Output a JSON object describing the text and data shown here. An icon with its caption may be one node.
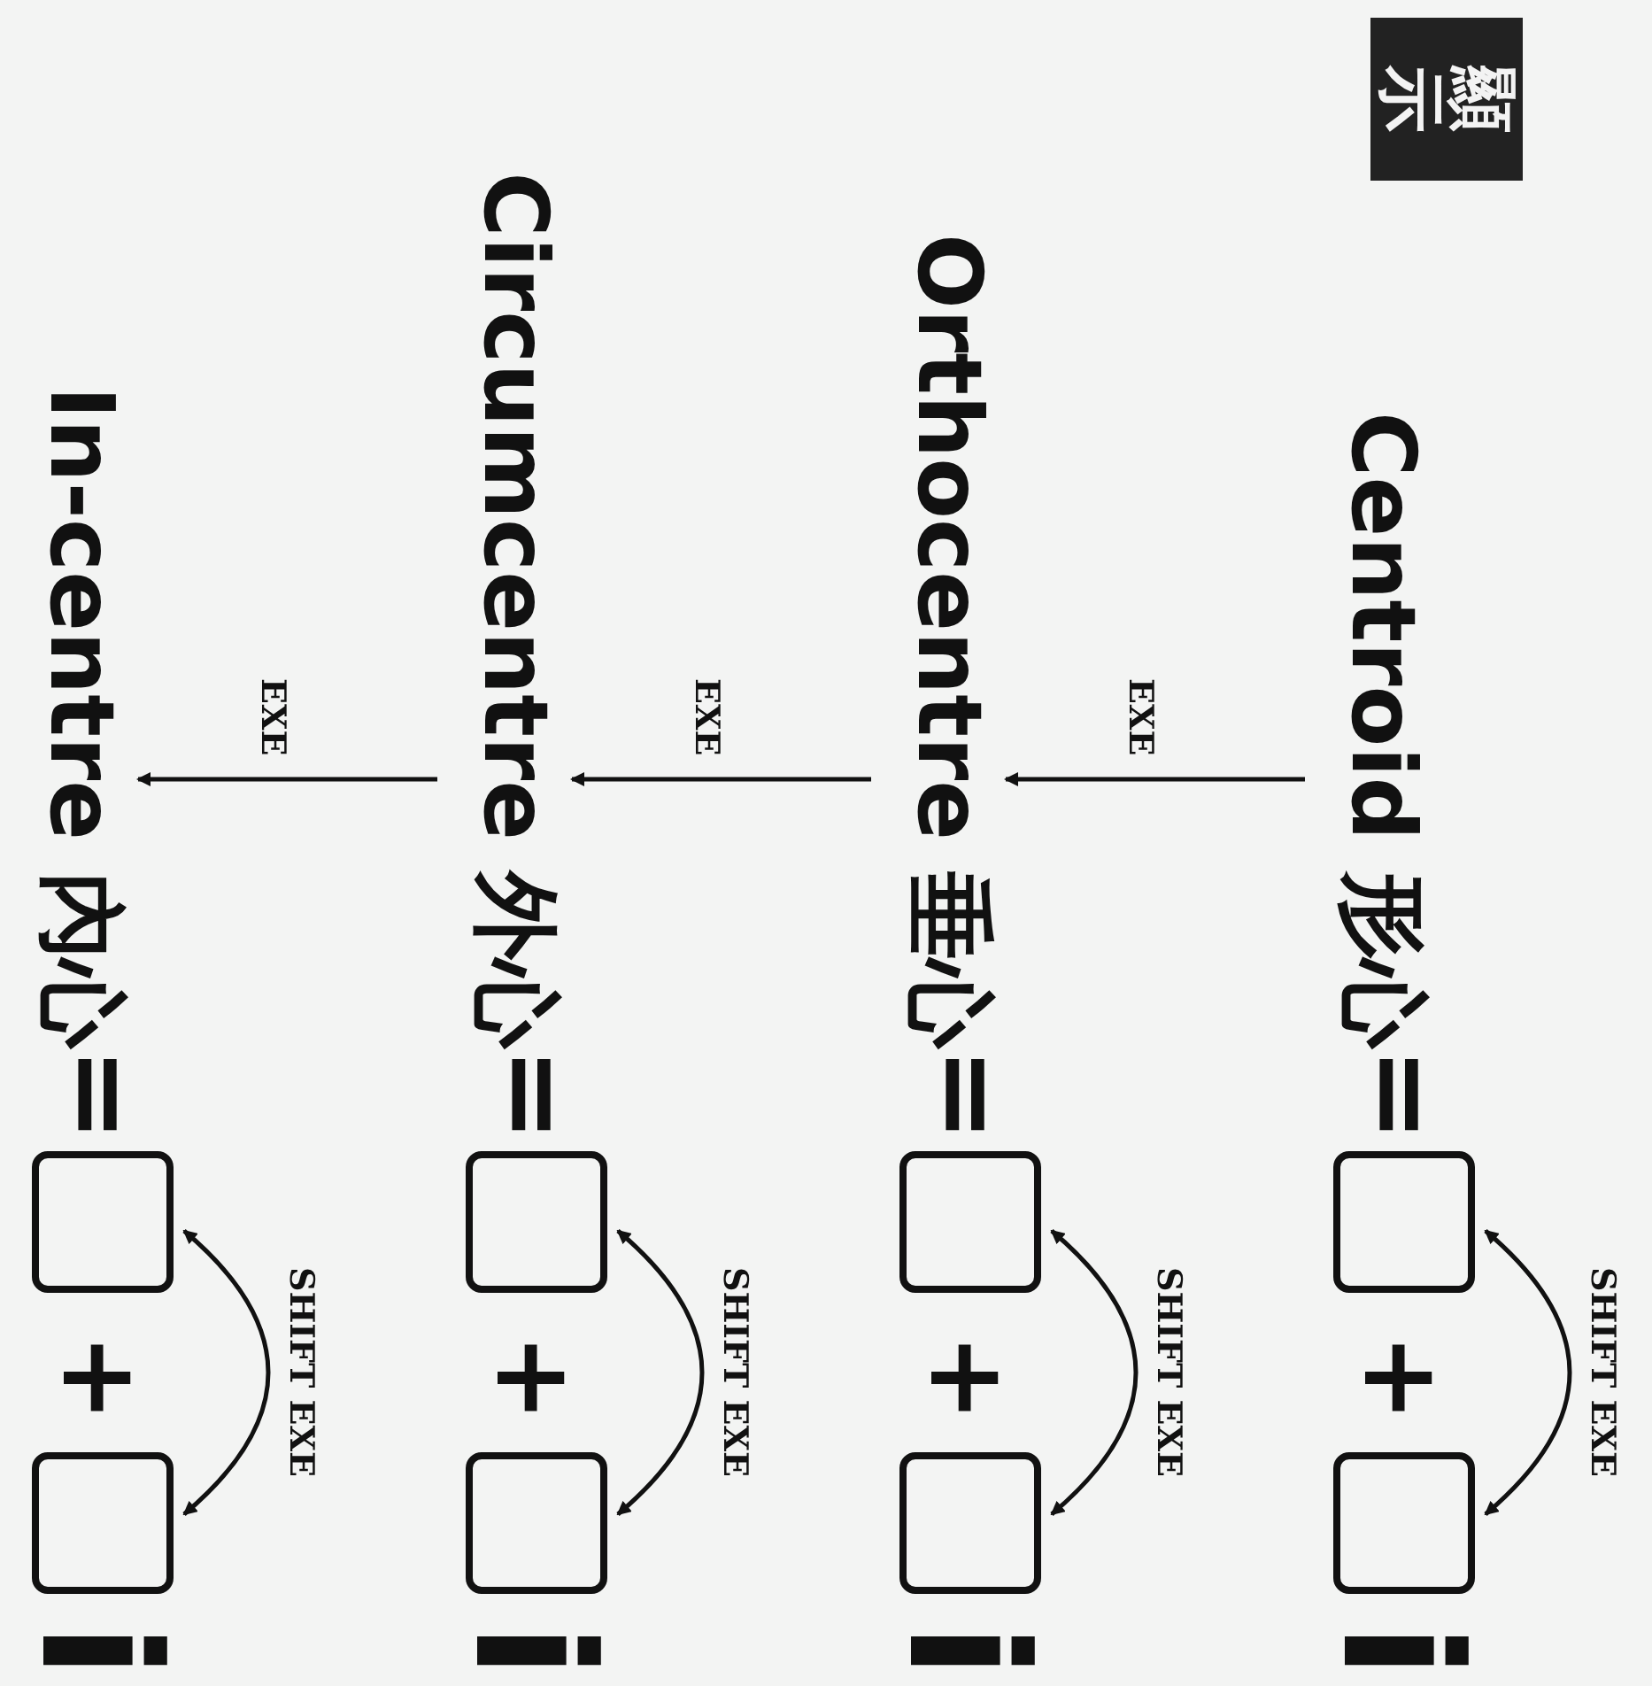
{
  "diagram": {
    "nodes": [
      {
        "text": [
          "顯示"
        ]
      },
      {
        "text": [
          "Centroid 形心"
        ]
      },
      {
        "text": [],
        "shape": "box"
      },
      {
        "text": [],
        "shape": "box"
      },
      {
        "text": [
          "Orthocentre 垂心"
        ]
      },
      {
        "text": [],
        "shape": "box"
      },
      {
        "text": [],
        "shape": "box"
      },
      {
        "text": [
          "Circumcentre 外心"
        ]
      },
      {
        "text": [],
        "shape": "box"
      },
      {
        "text": [],
        "shape": "box"
      },
      {
        "text": [
          "In-centre 內心"
        ]
      },
      {
        "text": [],
        "shape": "box"
      },
      {
        "text": [],
        "shape": "box"
      }
    ],
    "edges": [
      {
        "from": 2,
        "to": 3,
        "arrow": "both",
        "label": "SHIFT EXE"
      },
      {
        "from": 1,
        "to": 4,
        "arrow": "to",
        "label": "EXE"
      },
      {
        "from": 5,
        "to": 6,
        "arrow": "both",
        "label": "SHIFT EXE"
      },
      {
        "from": 4,
        "to": 7,
        "arrow": "to",
        "label": "EXE"
      },
      {
        "from": 8,
        "to": 9,
        "arrow": "both",
        "label": "SHIFT EXE"
      },
      {
        "from": 7,
        "to": 10,
        "arrow": "to",
        "label": "EXE"
      },
      {
        "from": 11,
        "to": 12,
        "arrow": "both",
        "label": "SHIFT EXE"
      }
    ],
    "labels": [
      "=",
      "+",
      "i",
      "=",
      "+",
      "i",
      "=",
      "+",
      "i",
      "=",
      "+",
      "i"
    ]
  }
}
